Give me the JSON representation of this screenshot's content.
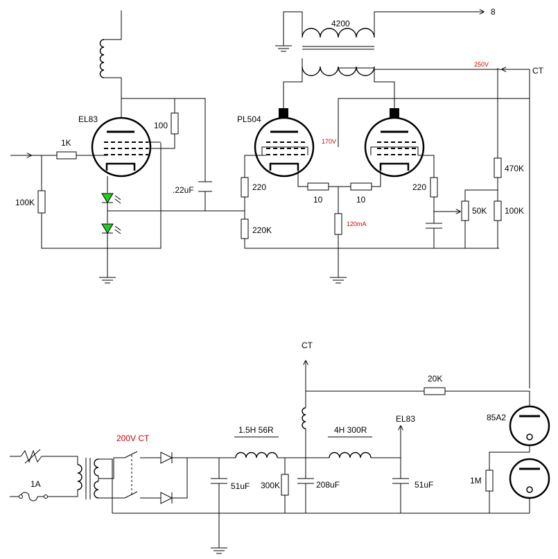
{
  "labels": {
    "el83_top": "EL83",
    "r_100_top": "100",
    "r_1k": "1K",
    "r_100k_left": "100K",
    "cap_22uf": ".22uF",
    "pl504": "PL504",
    "out_4200": "4200",
    "out_8": "8",
    "v250": "250V",
    "ct_top": "CT",
    "v170": "170V",
    "r_220_left": "220",
    "r_220k": "220K",
    "r_10_left": "10",
    "r_10_right": "10",
    "i_120ma": "120mA",
    "r_220_right": "220",
    "r_470k": "470K",
    "r_50k": "50K",
    "r_100k_right": "100K",
    "ct_ps": "CT",
    "r_20k": "20K",
    "v200ct": "200V CT",
    "l_15h": "1.5H 56R",
    "l_4h": "4H 300R",
    "el83_supply": "EL83",
    "tube_85a2": "85A2",
    "fuse_1a": "1A",
    "cap_51uf_a": "51uF",
    "r_300k": "300K",
    "cap_208uf": "208uF",
    "cap_51uf_b": "51uF",
    "r_1m": "1M"
  },
  "colors": {
    "wire": "#000000",
    "annotation": "#d00000",
    "led": "#22cc22"
  }
}
